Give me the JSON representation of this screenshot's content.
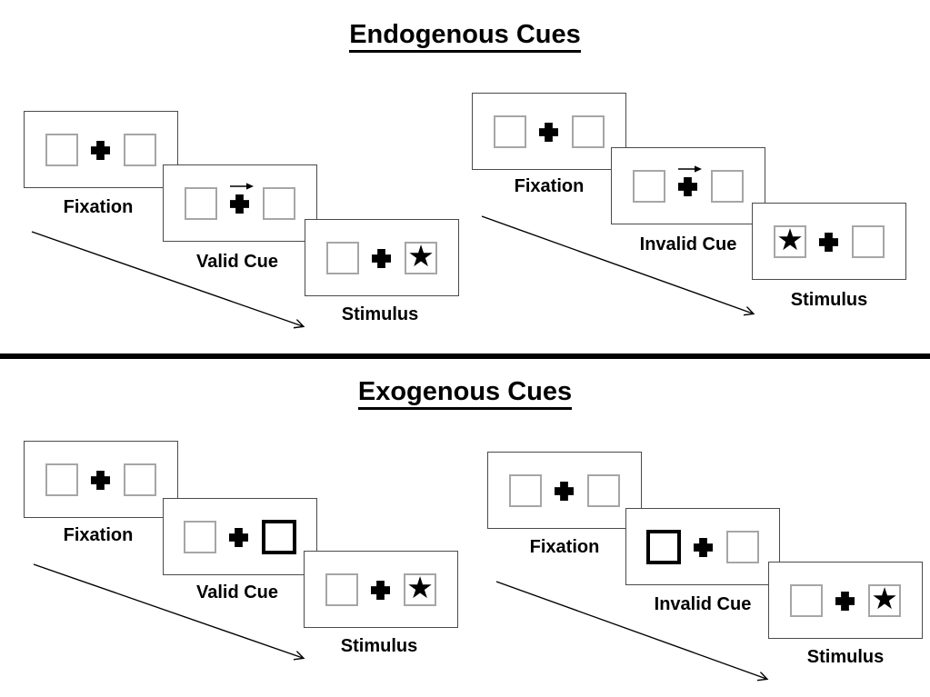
{
  "diagram": {
    "sections": [
      {
        "id": "endogenous",
        "title": "Endogenous Cues",
        "trials": [
          {
            "name": "valid-trial",
            "cue_style": "central arrow pointing right above fixation cross",
            "stimulus_side": "right",
            "panels": [
              {
                "label": "Fixation"
              },
              {
                "label": "Valid Cue"
              },
              {
                "label": "Stimulus"
              }
            ]
          },
          {
            "name": "invalid-trial",
            "cue_style": "central arrow pointing right above fixation cross",
            "stimulus_side": "left",
            "panels": [
              {
                "label": "Fixation"
              },
              {
                "label": "Invalid Cue"
              },
              {
                "label": "Stimulus"
              }
            ]
          }
        ]
      },
      {
        "id": "exogenous",
        "title": "Exogenous Cues",
        "trials": [
          {
            "name": "valid-trial",
            "cue_style": "right peripheral box highlighted with thick black border",
            "stimulus_side": "right",
            "panels": [
              {
                "label": "Fixation"
              },
              {
                "label": "Valid Cue"
              },
              {
                "label": "Stimulus"
              }
            ]
          },
          {
            "name": "invalid-trial",
            "cue_style": "left peripheral box highlighted with thick black border",
            "stimulus_side": "right",
            "panels": [
              {
                "label": "Fixation"
              },
              {
                "label": "Invalid Cue"
              },
              {
                "label": "Stimulus"
              }
            ]
          }
        ]
      }
    ],
    "glyphs": {
      "star": "★",
      "fixation_cross": "+",
      "cue_arrow": "→"
    },
    "colors": {
      "ink": "#000000",
      "panel_border": "#4a4a4a",
      "box_border": "#a6a6a6",
      "background": "#ffffff"
    }
  }
}
